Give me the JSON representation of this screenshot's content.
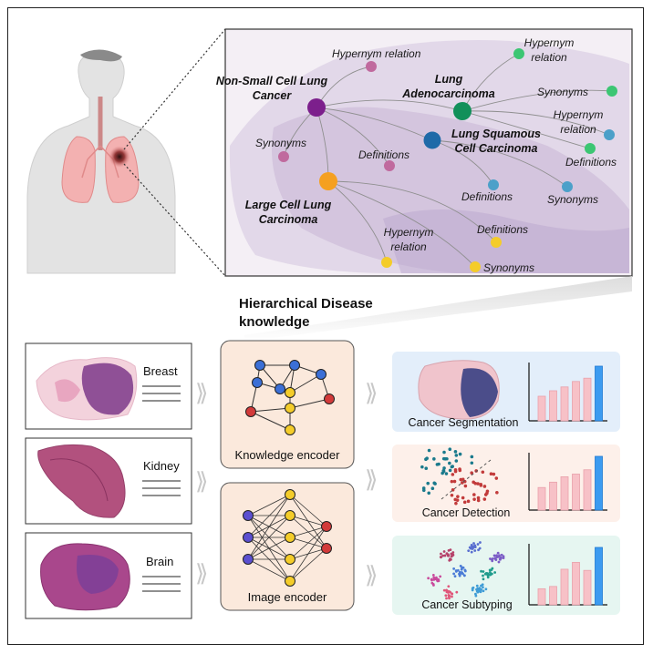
{
  "colors": {
    "nsclc": "#7c1f8c",
    "adeno": "#12905a",
    "squamous": "#1f6aa8",
    "large_cell": "#f5a020",
    "hypernym_pink": "#c06a9e",
    "green_leaf": "#3cc673",
    "blue_leaf": "#4ca0c9",
    "yellow_leaf": "#f4cc2a",
    "bar_pink": "#f7c1c7",
    "bar_blue": "#3c9bf0",
    "encoder_bg": "#fbe9dc",
    "task_seg_bg": "#e3eefa",
    "task_det_bg": "#fdf0ea",
    "task_sub_bg": "#e6f6f1"
  },
  "knowledge_graph": {
    "roots": {
      "nsclc": "Non-Small Cell Lung Cancer",
      "adeno": "Lung Adenocarcinoma",
      "squamous": "Lung Squamous Cell Carcinoma",
      "large_cell": "Large Cell Lung Carcinoma"
    },
    "leaf_labels": {
      "hypernym_top": "Hypernym relation",
      "synonyms_left": "Synonyms",
      "definitions_mid": "Definitions",
      "hypernym_green": "Hypernym relation",
      "synonyms_green": "Synonyms",
      "hypernym_right": "Hypernym relation",
      "definitions_right": "Definitions",
      "definitions_blue": "Definitions",
      "synonyms_blue": "Synonyms",
      "definitions_yellow": "Definitions",
      "hypernym_yellow": "Hypernym relation",
      "synonyms_yellow": "Synonyms"
    }
  },
  "section_title": "Hierarchical Disease knowledge",
  "slides": [
    {
      "label": "Breast"
    },
    {
      "label": "Kidney"
    },
    {
      "label": "Brain"
    }
  ],
  "encoders": {
    "knowledge": "Knowledge encoder",
    "image": "Image encoder"
  },
  "tasks": [
    {
      "label": "Cancer Segmentation",
      "bars": [
        0.45,
        0.55,
        0.62,
        0.72,
        0.78,
        1.0
      ]
    },
    {
      "label": "Cancer Detection",
      "bars": [
        0.42,
        0.52,
        0.62,
        0.67,
        0.75,
        1.0
      ]
    },
    {
      "label": "Cancer Subtyping",
      "bars": [
        0.28,
        0.32,
        0.62,
        0.74,
        0.6,
        1.0
      ]
    }
  ]
}
